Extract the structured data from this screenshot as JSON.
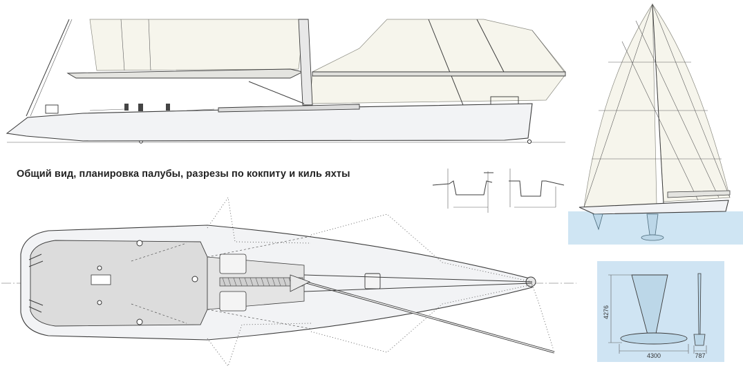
{
  "caption": "Общий вид, планировка палубы, разрезы по кокпиту и киль яхты",
  "keel_drawing": {
    "height_label": "4276",
    "bulb_length_label": "4300",
    "bulb_width_label": "787"
  },
  "colors": {
    "water": "#cfe5f3",
    "keel_panel": "#cfe4f3",
    "keel_fill": "#bcd7e8",
    "sail": "#f6f5ec",
    "hull": "#f2f3f5",
    "deck": "#dcdcdc"
  }
}
